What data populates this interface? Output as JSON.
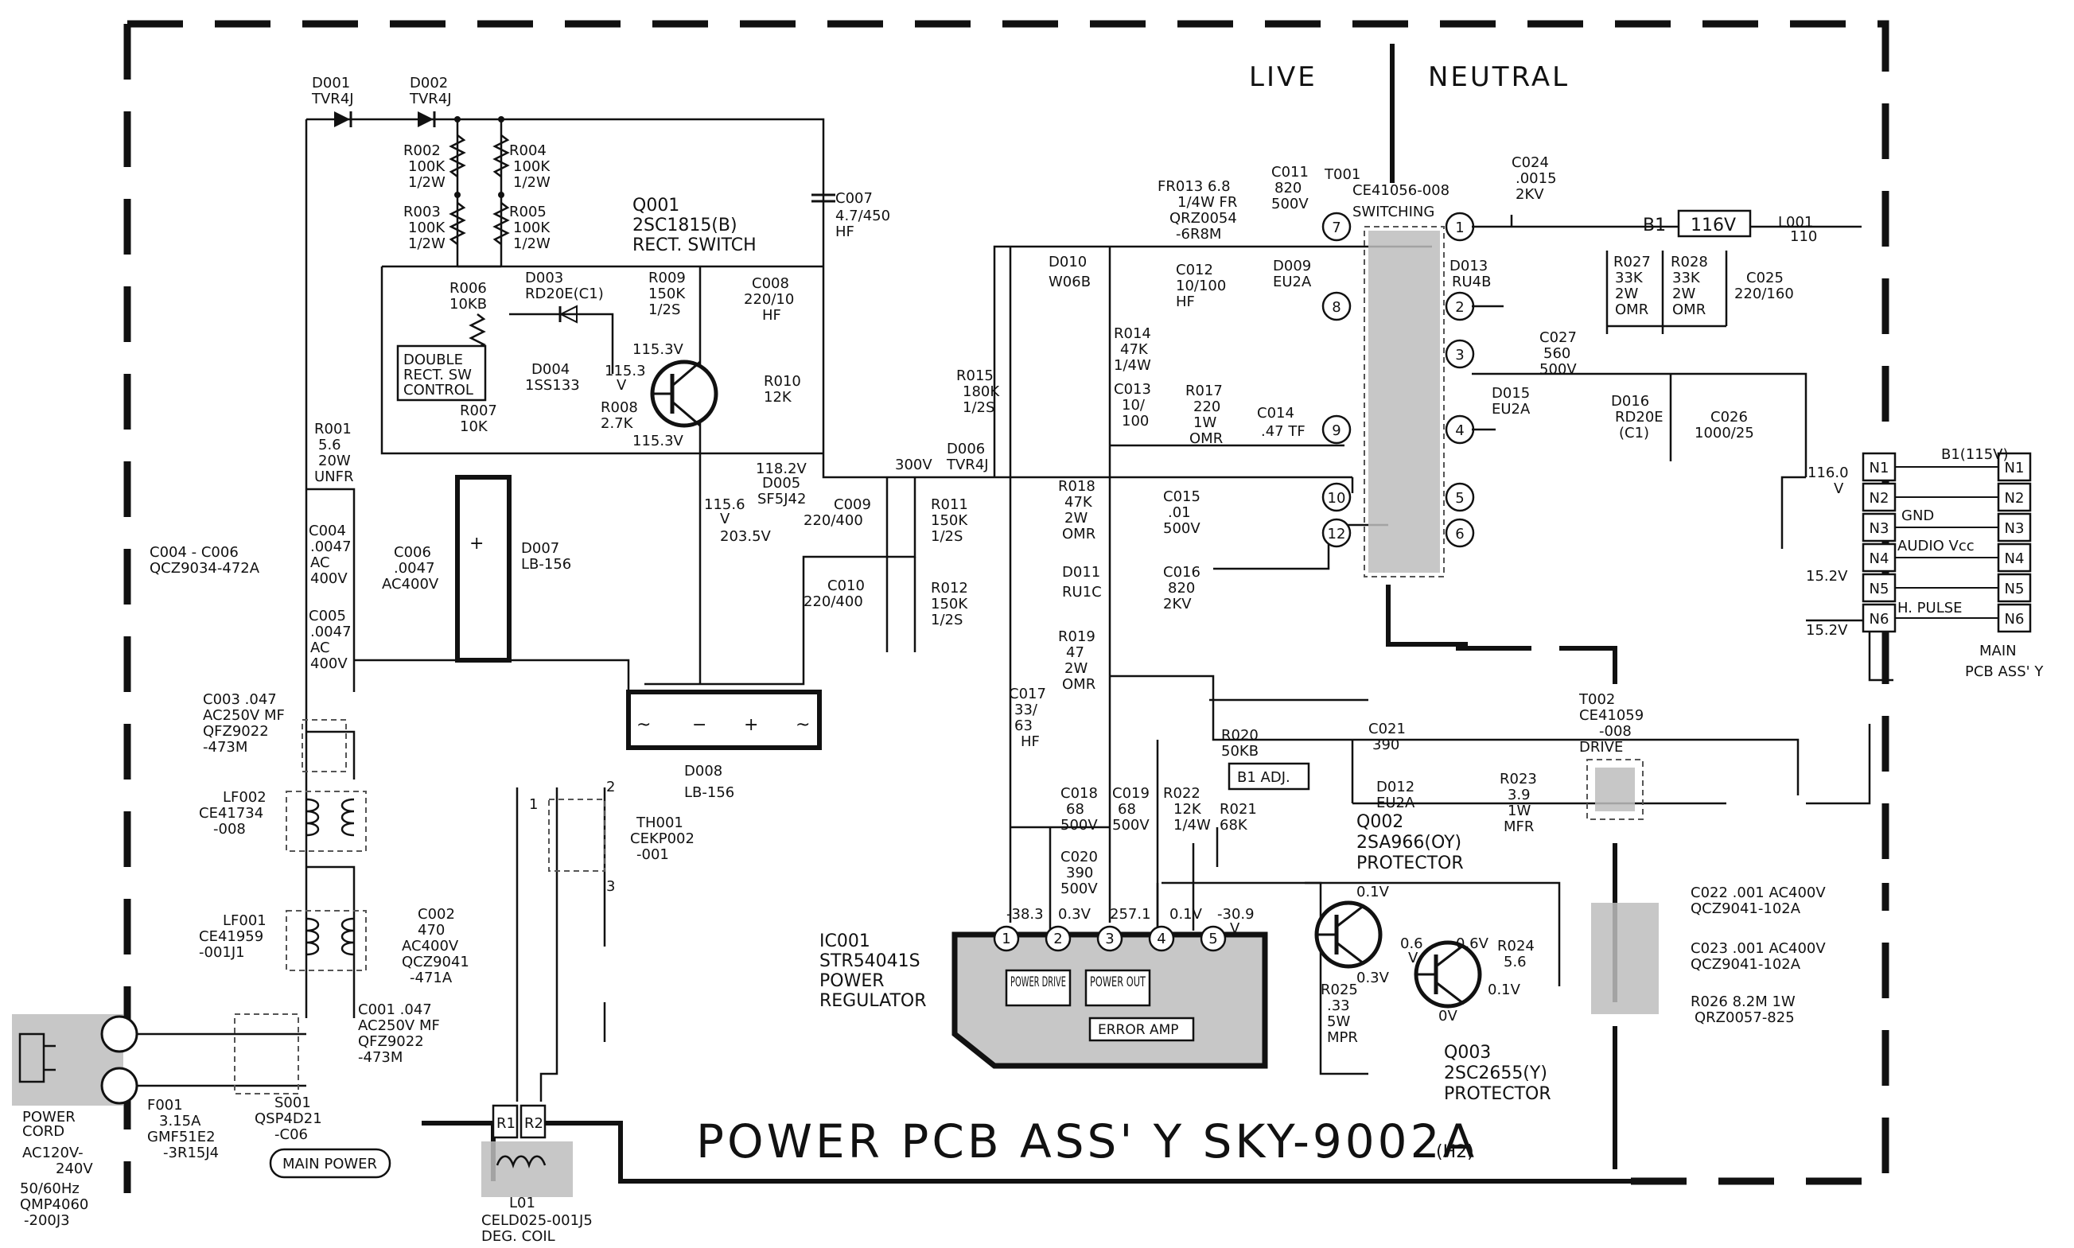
{
  "title": "POWER PCB ASS' Y SKY-9002A",
  "title_suffix": "(H2)",
  "isolation": {
    "live": "LIVE",
    "neutral": "NEUTRAL"
  },
  "components": {
    "d001": [
      "D001",
      "TVR4J"
    ],
    "d002": [
      "D002",
      "TVR4J"
    ],
    "r002": [
      "R002",
      "100K",
      "1/2W"
    ],
    "r004": [
      "R004",
      "100K",
      "1/2W"
    ],
    "r003": [
      "R003",
      "100K",
      "1/2W"
    ],
    "r005": [
      "R005",
      "100K",
      "1/2W"
    ],
    "c007": [
      "C007",
      "4.7/450",
      "HF"
    ],
    "q001": [
      "Q001",
      "2SC1815(B)",
      "RECT. SWITCH"
    ],
    "r006": [
      "R006",
      "10KB"
    ],
    "d003": [
      "D003",
      "RD20E(C1)"
    ],
    "r009": [
      "R009",
      "150K",
      "1/2S"
    ],
    "c008": [
      "C008",
      "220/10",
      "HF"
    ],
    "dbl_rect": [
      "DOUBLE",
      "RECT. SW",
      "CONTROL"
    ],
    "d004": [
      "D004",
      "1SS133"
    ],
    "r008": [
      "R008",
      "2.7K"
    ],
    "r007": [
      "R007",
      "10K"
    ],
    "r010": [
      "R010",
      "12K"
    ],
    "r001": [
      "R001",
      "5.6",
      "20W",
      "UNFR"
    ],
    "c004": [
      "C004",
      ".0047",
      "AC",
      "400V"
    ],
    "c006": [
      "C006",
      ".0047",
      "AC400V"
    ],
    "c005": [
      "C005",
      ".0047",
      "AC",
      "400V"
    ],
    "c004_c006": [
      "C004 - C006",
      "QCZ9034-472A"
    ],
    "d007": [
      "D007",
      "LB-156"
    ],
    "d005": [
      "D005",
      "SF5J42"
    ],
    "c009": [
      "C009",
      "220/400"
    ],
    "r011": [
      "R011",
      "150K",
      "1/2S"
    ],
    "c010": [
      "C010",
      "220/400"
    ],
    "r012": [
      "R012",
      "150K",
      "1/2S"
    ],
    "r015": [
      "R015",
      "180K",
      "1/2S"
    ],
    "d006": [
      "D006",
      "TVR4J"
    ],
    "d008": [
      "D008",
      "LB-156"
    ],
    "c003": [
      "C003 .047",
      "AC250V MF",
      "QFZ9022",
      "-473M"
    ],
    "lf002": [
      "LF002",
      "CE41734",
      "-008"
    ],
    "th001": [
      "TH001",
      "CEKP002",
      "-001"
    ],
    "lf001": [
      "LF001",
      "CE41959",
      "-001J1"
    ],
    "c002": [
      "C002",
      "470",
      "AC400V",
      "QCZ9041",
      "-471A"
    ],
    "c001": [
      "C001 .047",
      "AC250V MF",
      "QFZ9022",
      "-473M"
    ],
    "f001": [
      "F001",
      "3.15A",
      "GMF51E2",
      "-3R15J4"
    ],
    "s001": [
      "S001",
      "QSP4D21",
      "-C06"
    ],
    "main_power": "MAIN POWER",
    "power_cord": [
      "POWER",
      "CORD",
      "AC120V-",
      "240V",
      "50/60Hz",
      "QMP4060",
      "-200J3"
    ],
    "l01": [
      "L01",
      "CELD025-001J5",
      "DEG. COIL"
    ],
    "r_pins": [
      "R1",
      "R2"
    ],
    "fr013": [
      "FR013 6.8",
      "1/4W FR",
      "QRZ0054",
      "-6R8M"
    ],
    "c011": [
      "C011",
      "820",
      "500V"
    ],
    "d009": [
      "D009",
      "EU2A"
    ],
    "d010": [
      "D010",
      "W06B"
    ],
    "c012": [
      "C012",
      "10/100",
      "HF"
    ],
    "r014": [
      "R014",
      "47K",
      "1/4W"
    ],
    "c013": [
      "C013",
      "10/",
      "100"
    ],
    "r017": [
      "R017",
      "220",
      "1W",
      "OMR"
    ],
    "c014": [
      "C014",
      ".47 TF"
    ],
    "r018": [
      "R018",
      "47K",
      "2W",
      "OMR"
    ],
    "c015": [
      "C015",
      ".01",
      "500V"
    ],
    "d011": [
      "D011",
      "RU1C"
    ],
    "c016": [
      "C016",
      "820",
      "2KV"
    ],
    "r019": [
      "R019",
      "47",
      "2W",
      "OMR"
    ],
    "c017": [
      "C017",
      "33/",
      "63",
      "HF"
    ],
    "r020": [
      "R020",
      "50KB"
    ],
    "b1_adj": "B1 ADJ.",
    "c018": [
      "C018",
      "68",
      "500V"
    ],
    "c019": [
      "C019",
      "68",
      "500V"
    ],
    "r022": [
      "R022",
      "12K",
      "1/4W"
    ],
    "r021": [
      "R021",
      "68K"
    ],
    "c020": [
      "C020",
      "390",
      "500V"
    ],
    "t001": [
      "T001",
      "CE41056-008",
      "SWITCHING"
    ],
    "c024": [
      "C024",
      ".0015",
      "2KV"
    ],
    "d013": [
      "D013",
      "RU4B"
    ],
    "r027": [
      "R027",
      "33K",
      "2W",
      "OMR"
    ],
    "r028": [
      "R028",
      "33K",
      "2W",
      "OMR"
    ],
    "c025": [
      "C025",
      "220/160"
    ],
    "b1": [
      "B1",
      "116V"
    ],
    "l001": [
      "L001",
      "110"
    ],
    "c027": [
      "C027",
      "560",
      "500V"
    ],
    "d015": [
      "D015",
      "EU2A"
    ],
    "d016": [
      "D016",
      "RD20E",
      "(C1)"
    ],
    "c026": [
      "C026",
      "1000/25"
    ],
    "c021": [
      "C021",
      "390"
    ],
    "d012": [
      "D012",
      "EU2A"
    ],
    "r023": [
      "R023",
      "3.9",
      "1W",
      "MFR"
    ],
    "t002": [
      "T002",
      "CE41059",
      "-008",
      "DRIVE"
    ],
    "q002": [
      "Q002",
      "2SA966(OY)",
      "PROTECTOR"
    ],
    "q003": [
      "Q003",
      "2SC2655(Y)",
      "PROTECTOR"
    ],
    "r024": [
      "R024",
      "5.6"
    ],
    "r025": [
      "R025",
      ".33",
      "5W",
      "MPR"
    ],
    "ic001": [
      "IC001",
      "STR54041S",
      "POWER",
      "REGULATOR"
    ],
    "ic_blocks": [
      "POWER DRIVE",
      "POWER OUT",
      "ERROR AMP"
    ],
    "c022": "C022 .001 AC400V",
    "c022_part": "QCZ9041-102A",
    "c023": "C023 .001 AC400V",
    "c023_part": "QCZ9041-102A",
    "r026": "R026 8.2M 1W",
    "r026_part": "QRZ0057-825",
    "main_pcb": [
      "MAIN",
      "PCB ASS' Y"
    ]
  },
  "voltages": {
    "q001_c": "115.3V",
    "q001_b": [
      "115.3",
      "V"
    ],
    "q001_e": "115.3V",
    "v118": "118.2V",
    "v115_6": [
      "115.6",
      "V"
    ],
    "v203": "203.5V",
    "v300": "300V",
    "ic_pins": [
      "-38.3",
      "0.3V",
      "257.1",
      "0.1V",
      "-30.9",
      "V"
    ],
    "q002_top": "0.1V",
    "q002_mid": [
      "0.6",
      "V"
    ],
    "q002_bot": "0.3V",
    "q003_top": "0.6V",
    "q003_bot": "0V",
    "r024_v": "0.1V",
    "v116": [
      "116.0",
      "V"
    ],
    "v15_2a": "15.2V",
    "v15_2b": "15.2V"
  },
  "transformer_pins": [
    "1",
    "2",
    "3",
    "4",
    "5",
    "6",
    "7",
    "8",
    "9",
    "10",
    "12"
  ],
  "ic_pin_numbers": [
    "1",
    "2",
    "3",
    "4",
    "5"
  ],
  "connector": {
    "pins": [
      "N1",
      "N2",
      "N3",
      "N4",
      "N5",
      "N6"
    ],
    "signals": [
      "B1(115V)",
      "GND",
      "AUDIO Vcc",
      "H. PULSE"
    ]
  }
}
